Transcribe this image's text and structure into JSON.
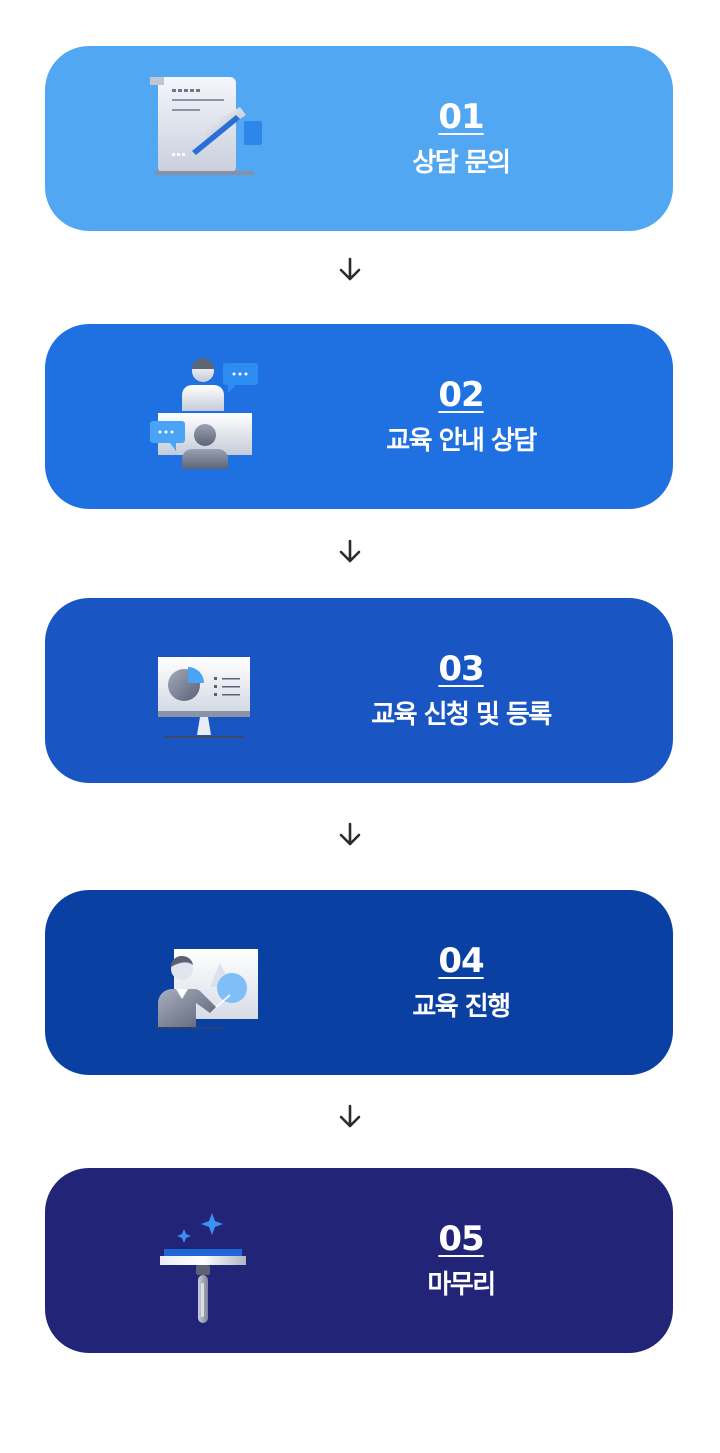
{
  "steps": [
    {
      "number": "01",
      "title": "상담 문의",
      "color": "#52a7f2",
      "icon": "document-pen-icon"
    },
    {
      "number": "02",
      "title": "교육 안내 상담",
      "color": "#1f70e1",
      "icon": "video-consultation-icon"
    },
    {
      "number": "03",
      "title": "교육 신청 및 등록",
      "color": "#1956c4",
      "icon": "monitor-chart-icon"
    },
    {
      "number": "04",
      "title": "교육 진행",
      "color": "#0a40a2",
      "icon": "lecturer-board-icon"
    },
    {
      "number": "05",
      "title": "마무리",
      "color": "#212477",
      "icon": "squeegee-sparkle-icon"
    }
  ],
  "arrow_icon": "arrow-down-icon"
}
